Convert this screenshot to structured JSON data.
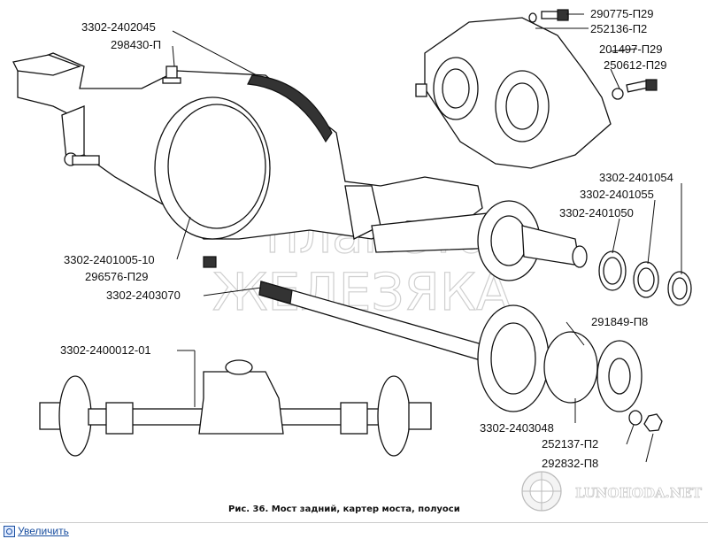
{
  "labels": {
    "p1": "3302-2402045",
    "p2": "298430-П",
    "p3": "290775-П29",
    "p4": "252136-П2",
    "p5": "201497-П29",
    "p6": "250612-П29",
    "p7": "3302-2401054",
    "p8": "3302-2401055",
    "p9": "3302-2401050",
    "p10": "3302-2401005-10",
    "p11": "296576-П29",
    "p12": "3302-2403070",
    "p13": "3302-2400012-01",
    "p14": "291849-П8",
    "p15": "3302-2403048",
    "p16": "252137-П2",
    "p17": "292832-П8"
  },
  "caption": "Рис. 36. Мост задний, картер моста, полуоси",
  "watermark": {
    "line1": "планета",
    "line2": "ЖЕЛЕЗЯКА"
  },
  "brand": "LUNOHODA.NET",
  "footer": {
    "zoom_label": "Увеличить"
  }
}
